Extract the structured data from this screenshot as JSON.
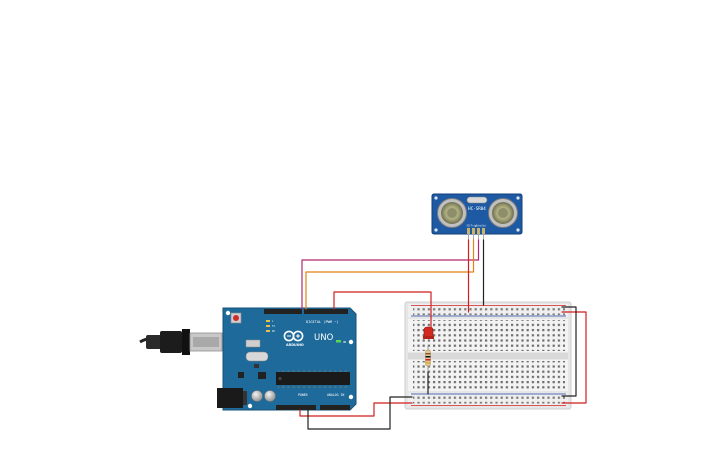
{
  "sensor": {
    "model": "HC-SR04",
    "pin_labels": [
      "VCC",
      "Trig",
      "Echo",
      "Gnd"
    ]
  },
  "arduino": {
    "brand": "ARDUINO",
    "model": "UNO",
    "digital_header_label": "DIGITAL (PWM ~)",
    "power_label": "POWER",
    "analog_label": "ANALOG IN",
    "on_label": "ON",
    "tx_label": "TX",
    "rx_label": "RX",
    "l_label": "L"
  },
  "colors": {
    "board_blue": "#1e6a9a",
    "board_blue_dark": "#155078",
    "sensor_blue": "#1d5aa3",
    "wire_red": "#d11f1f",
    "wire_black": "#222222",
    "wire_orange": "#e38111",
    "wire_magenta": "#b5276f",
    "led_red": "#d2281f",
    "breadboard": "#ececec"
  }
}
